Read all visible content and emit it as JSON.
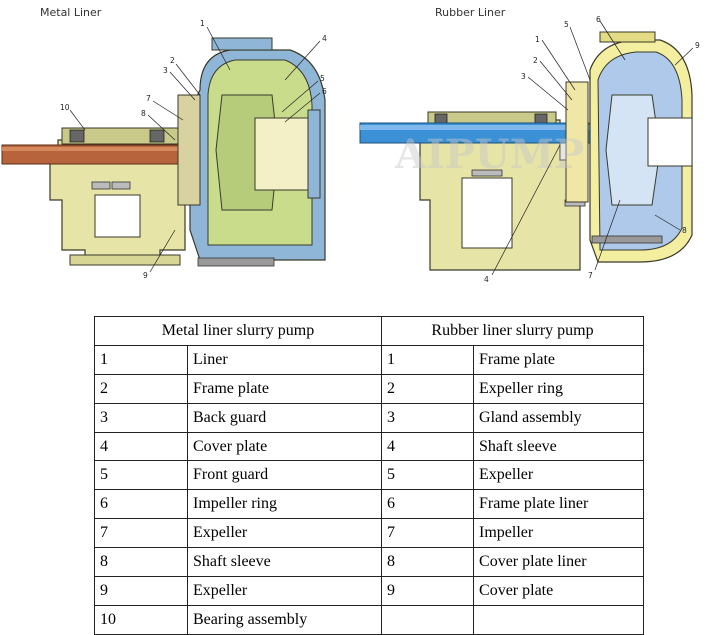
{
  "panels": {
    "metal_title": "Metal Liner",
    "rubber_title": "Rubber Liner"
  },
  "callouts": {
    "metal": [
      "1",
      "2",
      "3",
      "4",
      "5",
      "6",
      "7",
      "8",
      "9",
      "10"
    ],
    "rubber": [
      "1",
      "2",
      "3",
      "4",
      "5",
      "6",
      "7",
      "8",
      "9"
    ]
  },
  "watermark": "AIPUMP",
  "colors": {
    "casing_blue": "#8fb6d6",
    "frame_olive": "#e6e4a6",
    "liner_green": "#c9dc8c",
    "shaft_copper": "#b7643c",
    "shaft_blue": "#3c90d6",
    "outline": "#3a3a2a"
  },
  "table": {
    "metal_header": "Metal liner slurry pump",
    "rubber_header": "Rubber liner slurry pump",
    "rows": [
      {
        "m_no": "1",
        "m_part": "Liner",
        "r_no": "1",
        "r_part": "Frame plate"
      },
      {
        "m_no": "2",
        "m_part": "Frame plate",
        "r_no": "2",
        "r_part": "Expeller ring"
      },
      {
        "m_no": "3",
        "m_part": "Back guard",
        "r_no": "3",
        "r_part": "Gland assembly"
      },
      {
        "m_no": "4",
        "m_part": "Cover plate",
        "r_no": "4",
        "r_part": "Shaft sleeve"
      },
      {
        "m_no": "5",
        "m_part": "Front guard",
        "r_no": "5",
        "r_part": "Expeller"
      },
      {
        "m_no": "6",
        "m_part": "Impeller ring",
        "r_no": "6",
        "r_part": "Frame plate liner"
      },
      {
        "m_no": "7",
        "m_part": "Expeller",
        "r_no": "7",
        "r_part": "Impeller"
      },
      {
        "m_no": "8",
        "m_part": "Shaft sleeve",
        "r_no": "8",
        "r_part": "Cover plate liner"
      },
      {
        "m_no": "9",
        "m_part": "Expeller",
        "r_no": "9",
        "r_part": "Cover plate"
      },
      {
        "m_no": "10",
        "m_part": "Bearing assembly",
        "r_no": "",
        "r_part": ""
      }
    ]
  }
}
